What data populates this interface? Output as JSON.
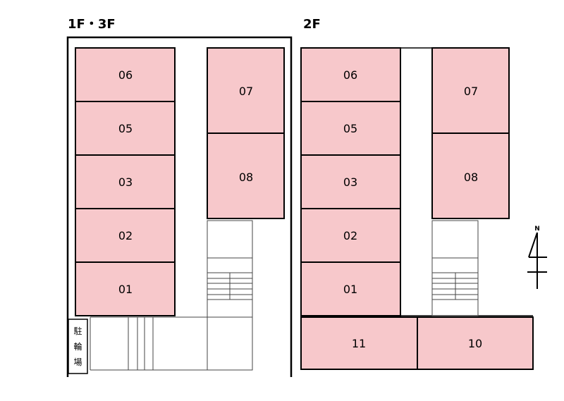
{
  "floors": {
    "left": {
      "title": "1F・3F",
      "rooms": {
        "r06": "06",
        "r05": "05",
        "r03": "03",
        "r02": "02",
        "r01": "01",
        "r07": "07",
        "r08": "08"
      },
      "parking_chars": [
        "駐",
        "輪",
        "場"
      ]
    },
    "right": {
      "title": "2F",
      "rooms": {
        "r06": "06",
        "r05": "05",
        "r03": "03",
        "r02": "02",
        "r01": "01",
        "r07": "07",
        "r08": "08",
        "r11": "11",
        "r10": "10"
      }
    }
  },
  "compass": {
    "label": "N"
  },
  "colors": {
    "room_fill": "#f7c8cb",
    "line": "#000000",
    "background": "#ffffff"
  }
}
